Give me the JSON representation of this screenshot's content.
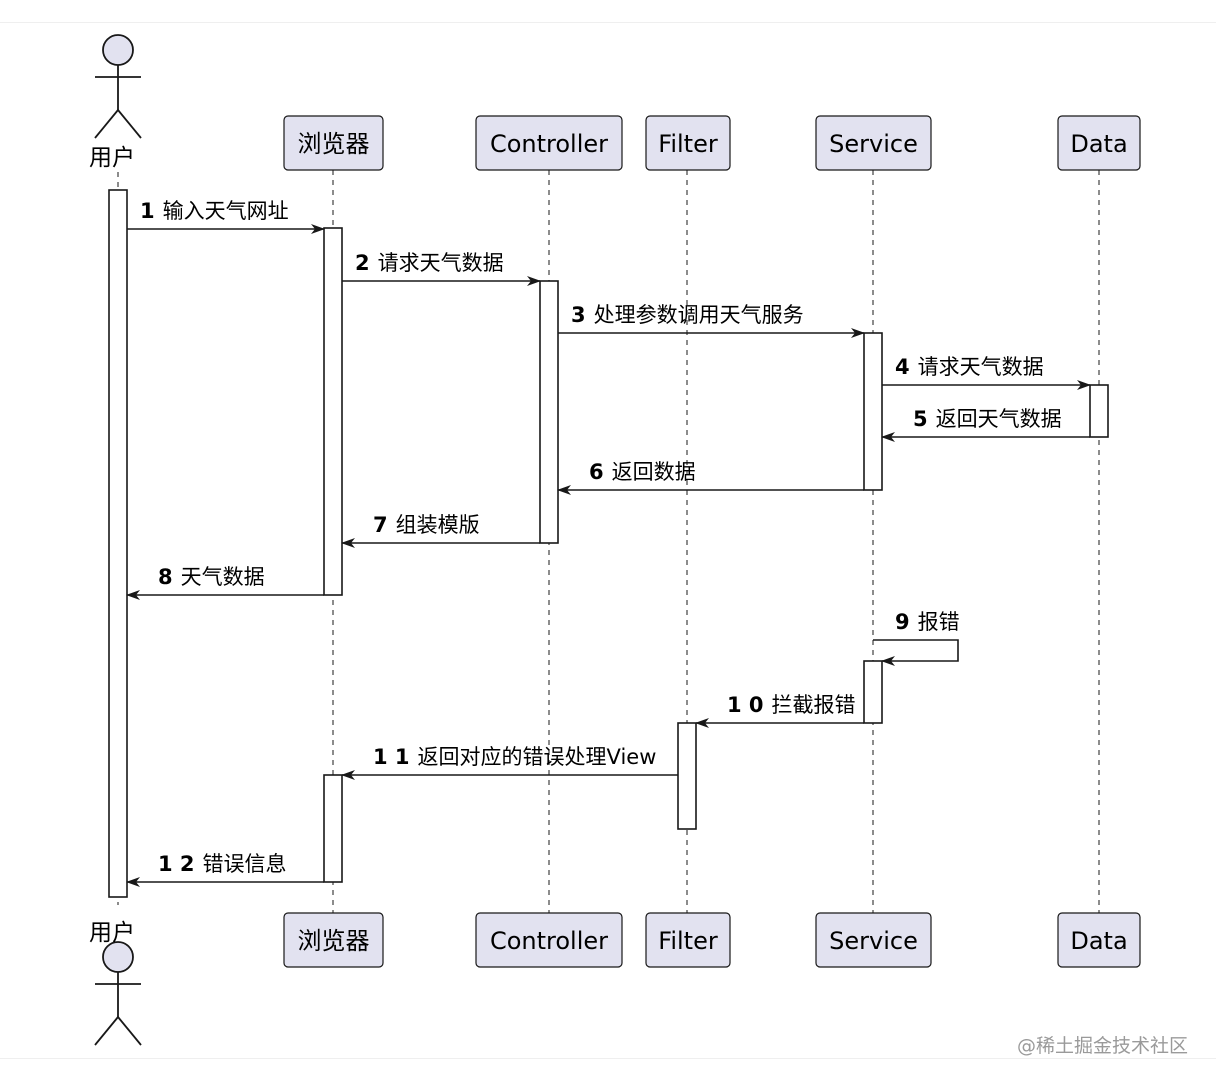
{
  "actor": {
    "name": "用户"
  },
  "participants": [
    {
      "id": "browser",
      "name": "浏览器"
    },
    {
      "id": "controller",
      "name": "Controller"
    },
    {
      "id": "filter",
      "name": "Filter"
    },
    {
      "id": "service",
      "name": "Service"
    },
    {
      "id": "data",
      "name": "Data"
    }
  ],
  "messages": [
    {
      "num": "1",
      "text": "输入天气网址",
      "from": "user",
      "to": "browser"
    },
    {
      "num": "2",
      "text": "请求天气数据",
      "from": "browser",
      "to": "controller"
    },
    {
      "num": "3",
      "text": "处理参数调用天气服务",
      "from": "controller",
      "to": "service"
    },
    {
      "num": "4",
      "text": "请求天气数据",
      "from": "service",
      "to": "data"
    },
    {
      "num": "5",
      "text": "返回天气数据",
      "from": "data",
      "to": "service"
    },
    {
      "num": "6",
      "text": "返回数据",
      "from": "service",
      "to": "controller"
    },
    {
      "num": "7",
      "text": "组装模版",
      "from": "controller",
      "to": "browser"
    },
    {
      "num": "8",
      "text": "天气数据",
      "from": "browser",
      "to": "user"
    },
    {
      "num": "9",
      "text": "报错",
      "from": "service",
      "to": "service"
    },
    {
      "num": "1 0",
      "text": "拦截报错",
      "from": "service",
      "to": "filter"
    },
    {
      "num": "1 1",
      "text": "返回对应的错误处理View",
      "from": "filter",
      "to": "browser"
    },
    {
      "num": "1 2",
      "text": "错误信息",
      "from": "browser",
      "to": "user"
    }
  ],
  "colors": {
    "participant_fill": "#e2e2f0",
    "participant_stroke": "#181818",
    "line": "#181818",
    "lifeline": "#181818"
  },
  "watermark": "@稀土掘金技术社区"
}
